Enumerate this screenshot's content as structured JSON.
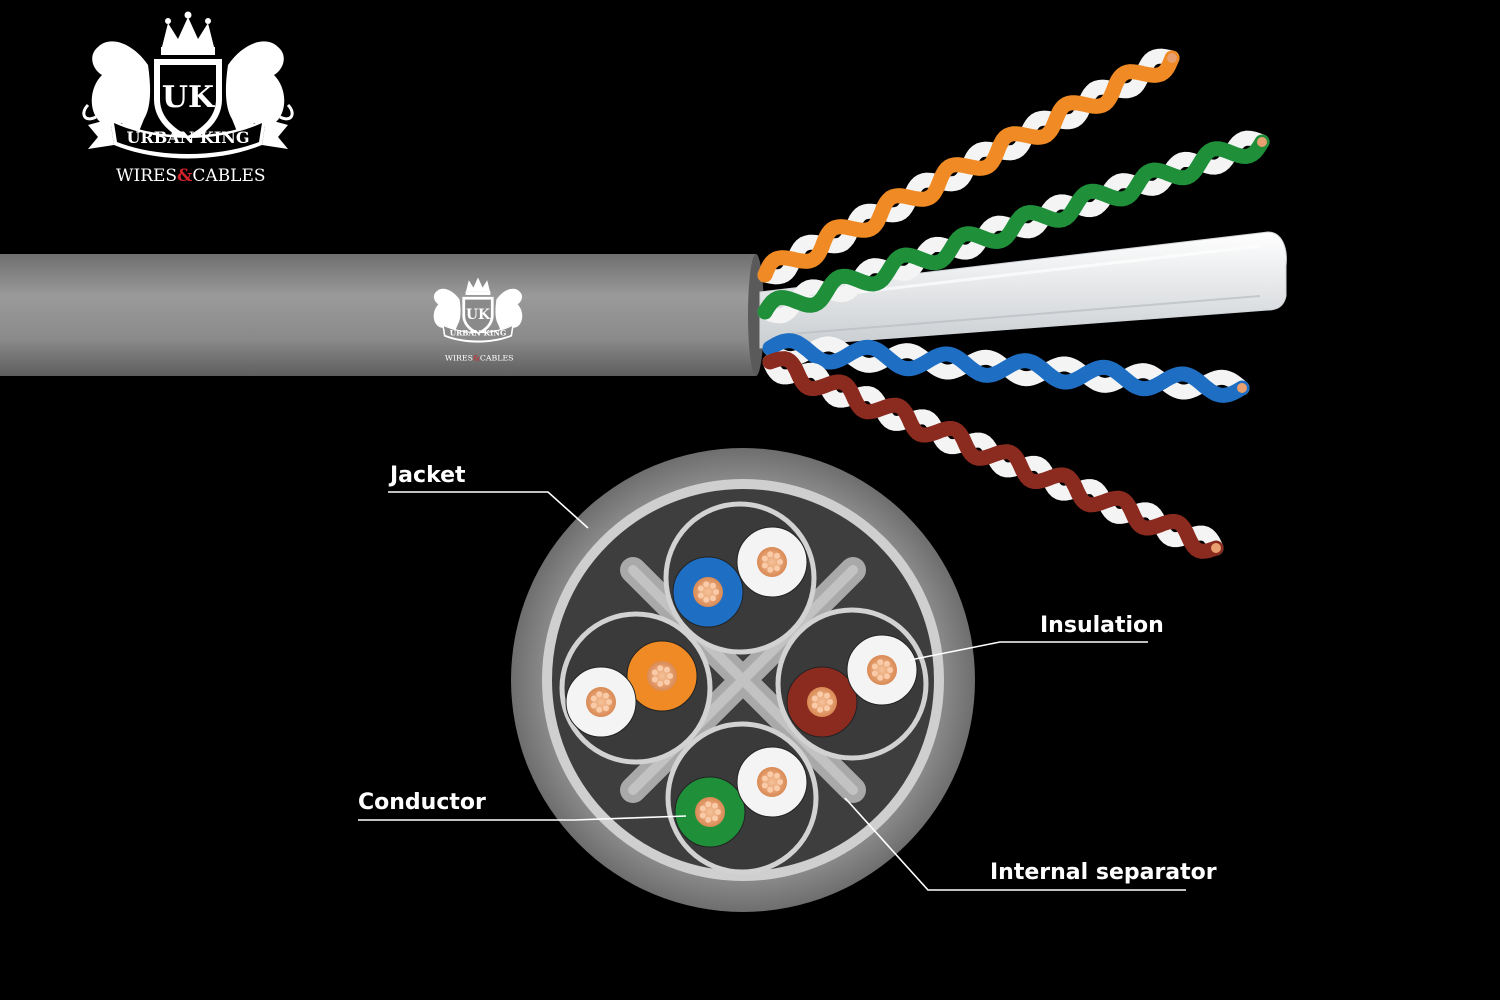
{
  "brand": {
    "monogram": "UK",
    "name": "URBAN KING",
    "subtitle_left": "WIRES",
    "subtitle_amp": "&",
    "subtitle_right": "CABLES"
  },
  "callouts": {
    "jacket": "Jacket",
    "insulation": "Insulation",
    "conductor": "Conductor",
    "separator": "Internal separator"
  },
  "colors": {
    "background": "#000000",
    "jacket": "#8a8a8a",
    "orange": "#f08a24",
    "green": "#1f8f3a",
    "blue": "#1e6fc4",
    "brown": "#8b2a1e",
    "white": "#f4f4f4",
    "copper": "#e8a070",
    "brand_red": "#d4232a"
  }
}
